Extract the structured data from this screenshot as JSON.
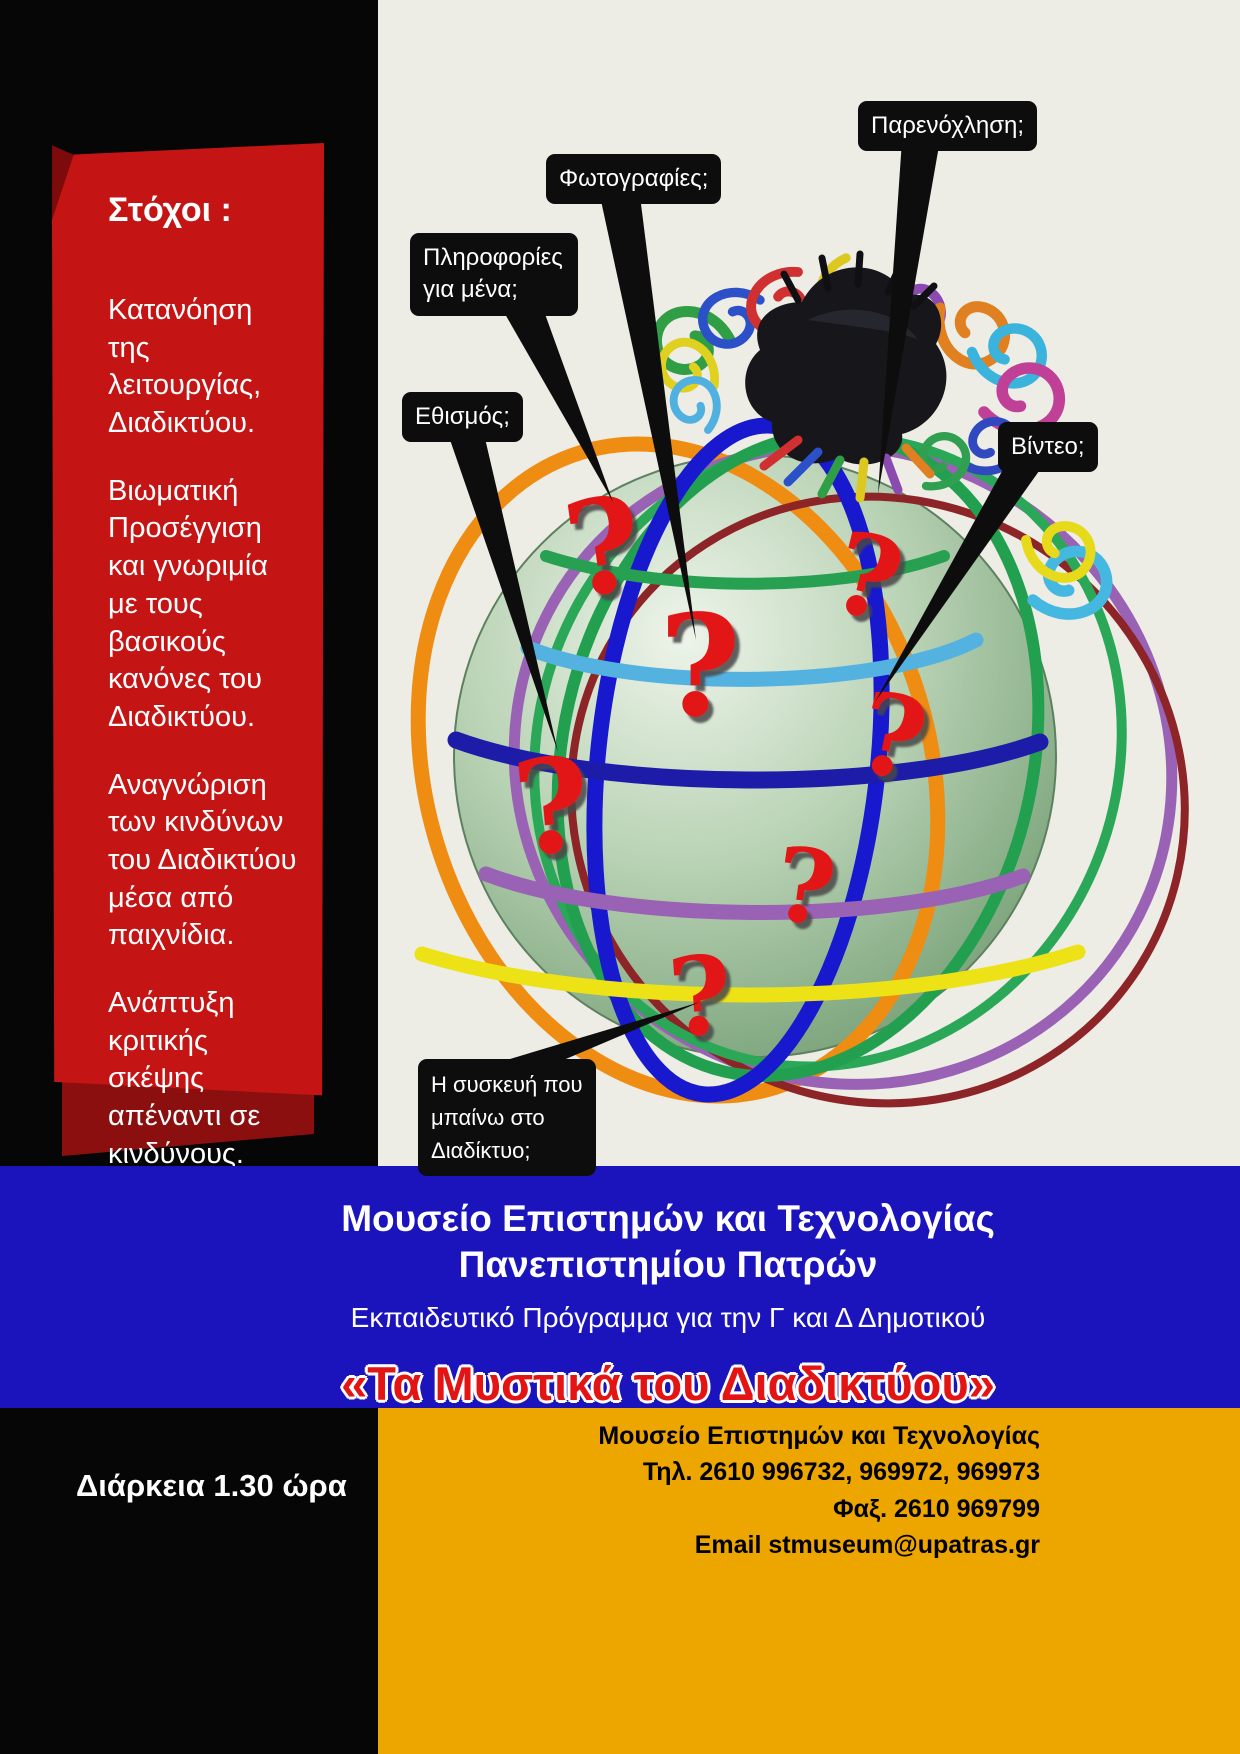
{
  "left_panel": {
    "title": "Στόχοι :",
    "goals": [
      "Κατανόηση της λειτουργίας, Διαδικτύου.",
      "Βιωματική Προσέγγιση και γνωριμία με τους βασικούς κανόνες του Διαδικτύου.",
      "Αναγνώριση των  κινδύνων του Διαδικτύου μέσα από παιχνίδια.",
      "Ανάπτυξη κριτικής σκέψης απέναντι σε κινδύνους."
    ]
  },
  "callouts": [
    {
      "label": "Παρενόχληση;"
    },
    {
      "label": "Φωτογραφίες;"
    },
    {
      "label": "Πληροφορίες για μένα;"
    },
    {
      "label": "Εθισμός;"
    },
    {
      "label": "Βίντεο;"
    },
    {
      "label": "Η συσκευή που μπαίνω  στο Διαδίκτυο;"
    }
  ],
  "globe": {
    "question_mark": "?"
  },
  "banner": {
    "line1": "Μουσείο  Επιστημών και Τεχνολογίας",
    "line2": "Πανεπιστημίου Πατρών",
    "subtitle": "Εκπαιδευτικό Πρόγραμμα για την Γ και Δ Δημοτικού",
    "program_title": "«Τα Μυστικά του Διαδικτύου»"
  },
  "footer": {
    "duration": "Διάρκεια  1.30 ώρα",
    "contact": [
      "Μουσείο Επιστημών και Τεχνολογίας",
      "Τηλ. 2610 996732, 969972, 969973",
      "Φαξ. 2610 969799",
      "Email stmuseum@upatras.gr"
    ]
  },
  "colors": {
    "ribbon_red": "#c51414",
    "band_blue": "#1b14bd",
    "footer_orange": "#eda500",
    "question_red": "#e21212",
    "bubble_black": "#0d0d0d",
    "paper": "#edece5"
  }
}
